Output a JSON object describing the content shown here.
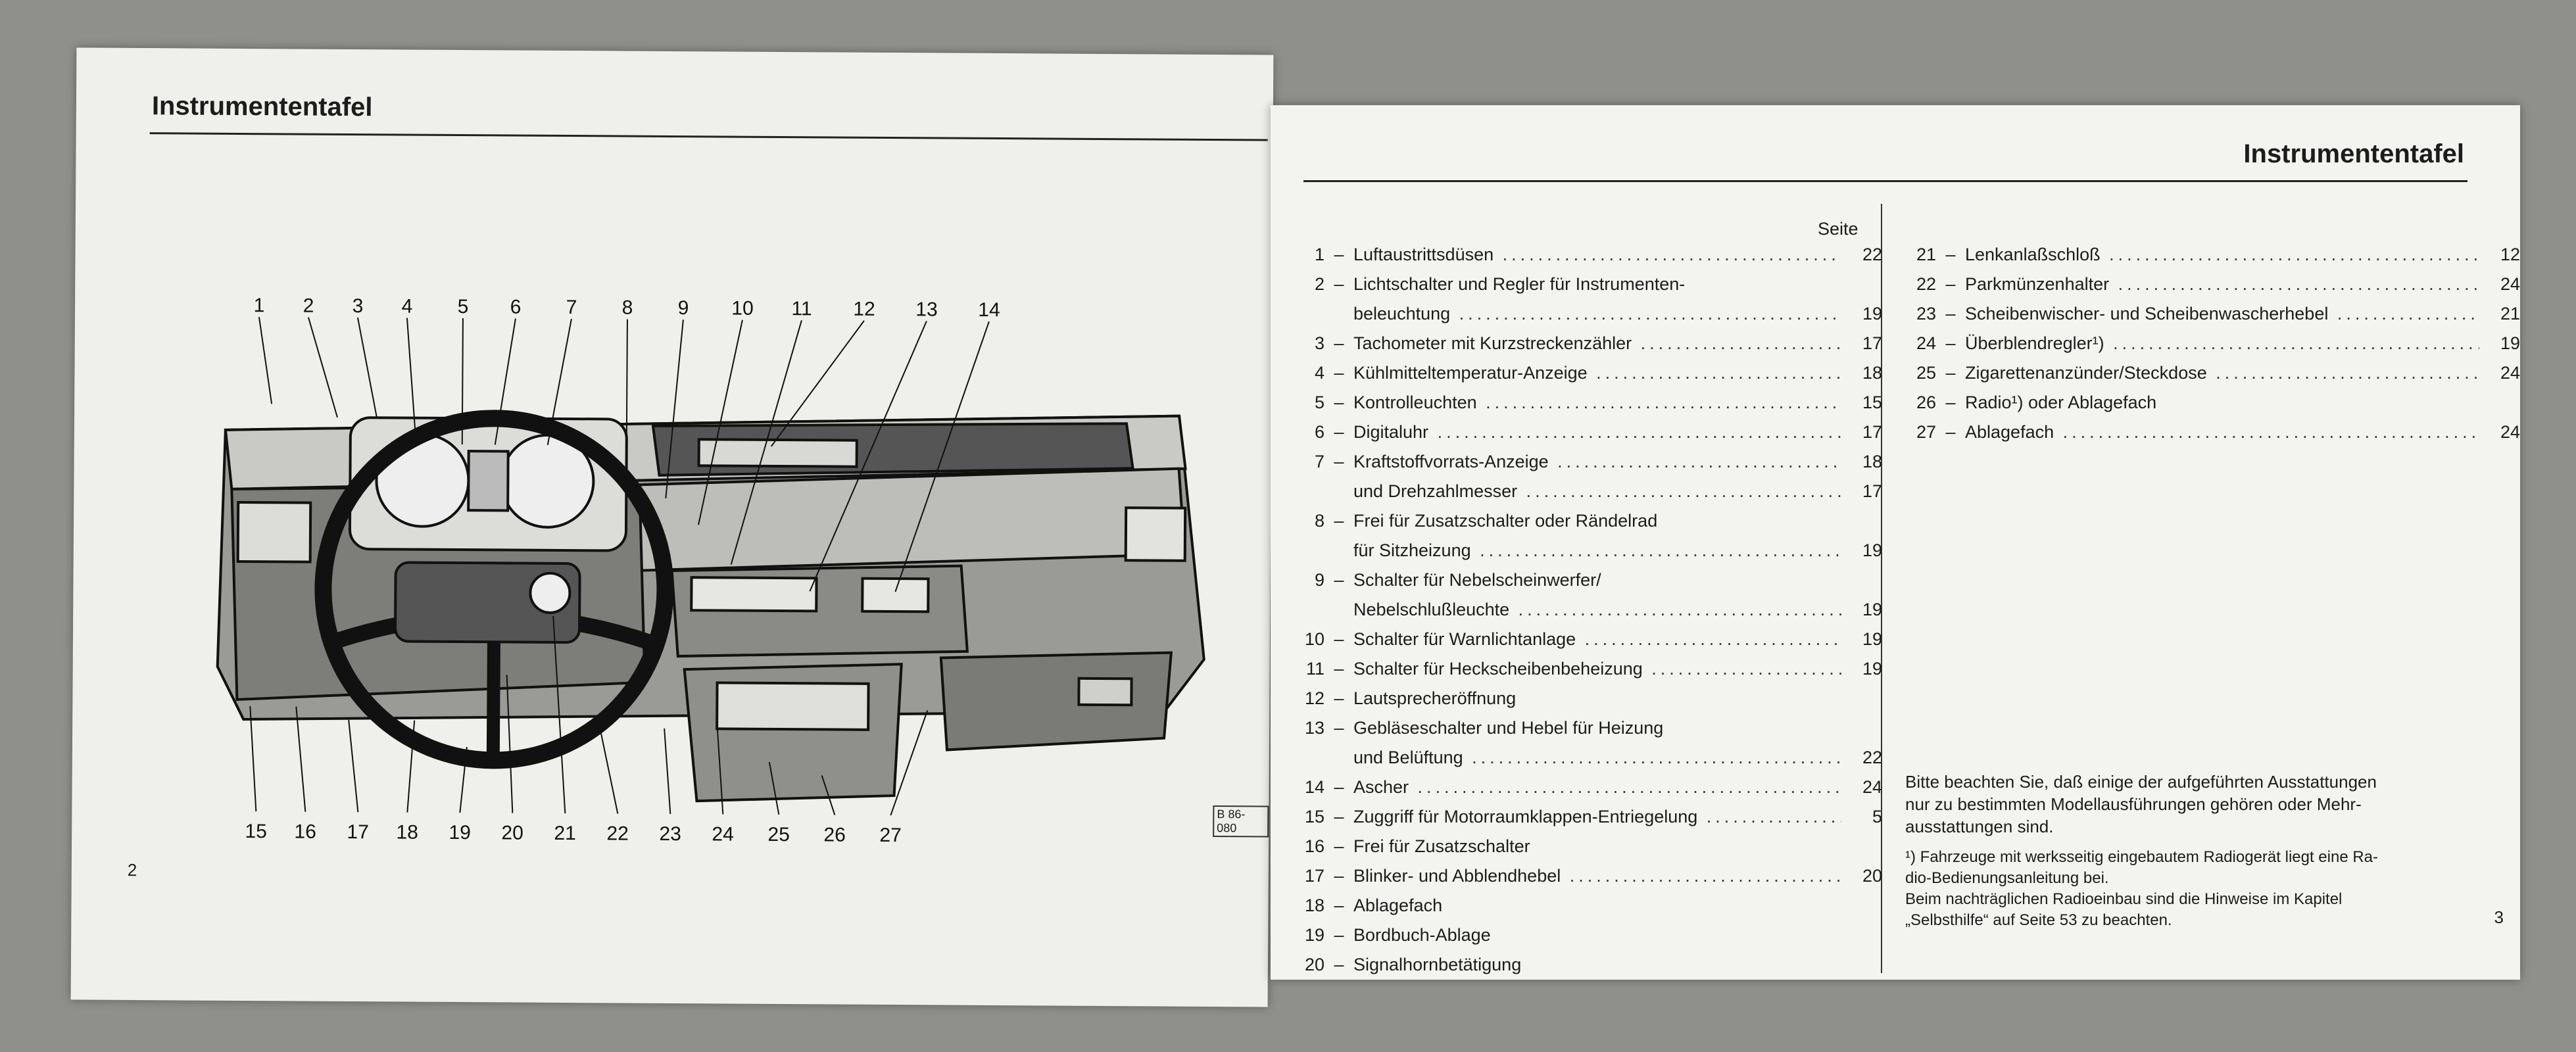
{
  "left_page": {
    "header": "Instrumententafel",
    "page_number": "2",
    "figure_tag": "B 86-080",
    "callouts_top": [
      "1",
      "2",
      "3",
      "4",
      "5",
      "6",
      "7",
      "8",
      "9",
      "10",
      "11",
      "12",
      "13",
      "14"
    ],
    "callouts_bottom": [
      "15",
      "16",
      "17",
      "18",
      "19",
      "20",
      "21",
      "22",
      "23",
      "24",
      "25",
      "26",
      "27"
    ]
  },
  "right_page": {
    "header": "Instrumententafel",
    "page_number": "3",
    "seite_label": "Seite",
    "items_left": [
      {
        "n": "1",
        "text": "Luftaustrittsdüsen",
        "page": "22"
      },
      {
        "n": "2",
        "text": "Lichtschalter und Regler für Instrumenten-",
        "page": ""
      },
      {
        "n": "",
        "text": "beleuchtung",
        "page": "19"
      },
      {
        "n": "3",
        "text": "Tachometer mit Kurzstreckenzähler",
        "page": "17"
      },
      {
        "n": "4",
        "text": "Kühlmitteltemperatur-Anzeige",
        "page": "18"
      },
      {
        "n": "5",
        "text": "Kontrolleuchten",
        "page": "15"
      },
      {
        "n": "6",
        "text": "Digitaluhr",
        "page": "17"
      },
      {
        "n": "7",
        "text": "Kraftstoffvorrats-Anzeige",
        "page": "18"
      },
      {
        "n": "",
        "text": "und Drehzahlmesser",
        "page": "17"
      },
      {
        "n": "8",
        "text": "Frei für Zusatzschalter oder Rändelrad",
        "page": ""
      },
      {
        "n": "",
        "text": "für Sitzheizung",
        "page": "19"
      },
      {
        "n": "9",
        "text": "Schalter für Nebelscheinwerfer/",
        "page": ""
      },
      {
        "n": "",
        "text": "Nebelschlußleuchte",
        "page": "19"
      },
      {
        "n": "10",
        "text": "Schalter für Warnlichtanlage",
        "page": "19"
      },
      {
        "n": "11",
        "text": "Schalter für Heckscheibenbeheizung",
        "page": "19"
      },
      {
        "n": "12",
        "text": "Lautsprecheröffnung",
        "page": ""
      },
      {
        "n": "13",
        "text": "Gebläseschalter und Hebel für Heizung",
        "page": ""
      },
      {
        "n": "",
        "text": "und Belüftung",
        "page": "22"
      },
      {
        "n": "14",
        "text": "Ascher",
        "page": "24"
      },
      {
        "n": "15",
        "text": "Zuggriff für Motorraumklappen-Entriegelung",
        "page": "5"
      },
      {
        "n": "16",
        "text": "Frei für Zusatzschalter",
        "page": ""
      },
      {
        "n": "17",
        "text": "Blinker- und Abblendhebel",
        "page": "20"
      },
      {
        "n": "18",
        "text": "Ablagefach",
        "page": ""
      },
      {
        "n": "19",
        "text": "Bordbuch-Ablage",
        "page": ""
      },
      {
        "n": "20",
        "text": "Signalhornbetätigung",
        "page": ""
      }
    ],
    "items_right": [
      {
        "n": "21",
        "text": "Lenkanlaßschloß",
        "page": "12"
      },
      {
        "n": "22",
        "text": "Parkmünzenhalter",
        "page": "24"
      },
      {
        "n": "23",
        "text": "Scheibenwischer- und Scheibenwascherhebel",
        "page": "21"
      },
      {
        "n": "24",
        "text": "Überblendregler¹)",
        "page": "19"
      },
      {
        "n": "25",
        "text": "Zigarettenanzünder/Steckdose",
        "page": "24"
      },
      {
        "n": "26",
        "text": "Radio¹) oder Ablagefach",
        "page": ""
      },
      {
        "n": "27",
        "text": "Ablagefach",
        "page": "24"
      }
    ],
    "note": [
      "Bitte beachten Sie, daß einige der aufgeführten Ausstattungen",
      "nur zu bestimmten Modellausführungen gehören oder Mehr-",
      "ausstattungen sind."
    ],
    "footnote": [
      "¹) Fahrzeuge mit werksseitig eingebautem Radiogerät liegt eine Ra-",
      "dio-Bedienungsanleitung bei.",
      "Beim nachträglichen Radioeinbau sind die Hinweise im Kapitel",
      "„Selbsthilfe“ auf Seite 53 zu beachten."
    ]
  },
  "colors": {
    "paper": "#f1f1ee",
    "ink": "#1c1c1c",
    "background": "#8f8f8c"
  }
}
